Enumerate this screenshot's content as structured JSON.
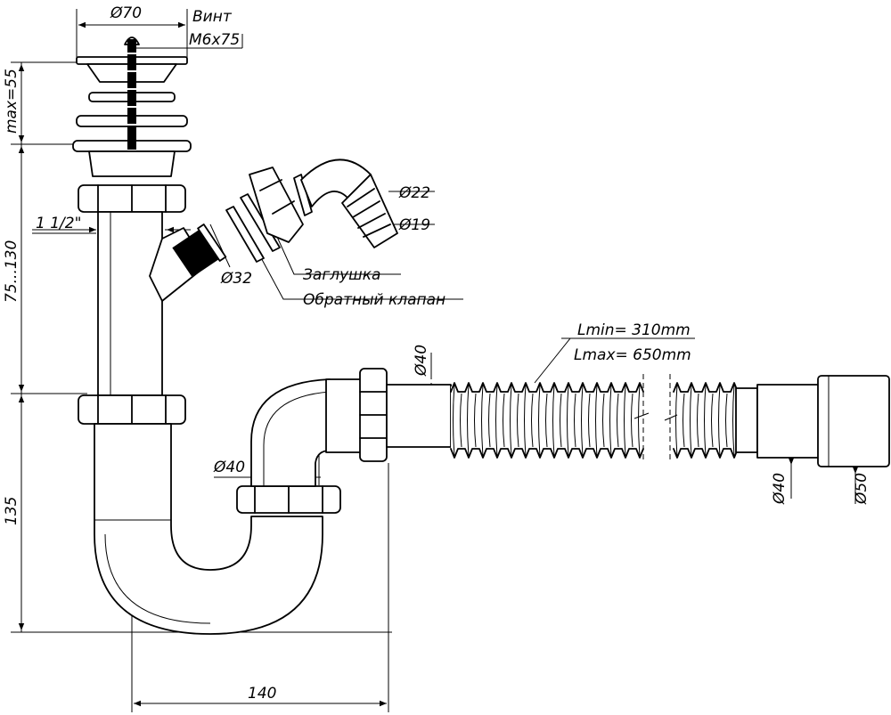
{
  "labels": {
    "d70": "Ø70",
    "screw_title": "Винт",
    "screw_size": "M6x75",
    "max55": "max=55",
    "range": "75...130",
    "thread": "1 1/2\"",
    "d32": "Ø32",
    "d22": "Ø22",
    "d19": "Ø19",
    "plug": "Заглушка",
    "valve": "Обратный клапан",
    "lmin": "Lmin= 310mm",
    "lmax": "Lmax= 650mm",
    "d40_top": "Ø40",
    "d40_mid": "Ø40",
    "d40_right": "Ø40",
    "d50": "Ø50",
    "dim135": "135",
    "dim140": "140"
  }
}
